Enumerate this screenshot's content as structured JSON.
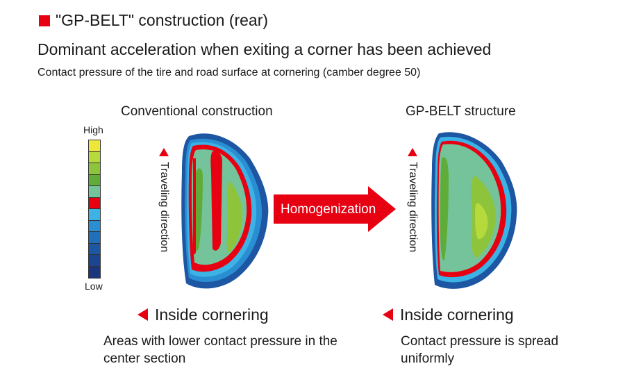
{
  "header": {
    "title": "\"GP-BELT\" construction (rear)",
    "subtitle": "Dominant acceleration when exiting a corner has been achieved",
    "description": "Contact pressure of the tire and road surface at cornering (camber degree 50)"
  },
  "legend": {
    "high_label": "High",
    "low_label": "Low",
    "colors": [
      "#ece73a",
      "#b6d93c",
      "#8ec43c",
      "#5fad38",
      "#74c39a",
      "#e60012",
      "#3cb2e5",
      "#2a8fd2",
      "#1f6fbb",
      "#1d56a2",
      "#1b4590",
      "#1a367c"
    ]
  },
  "left": {
    "heading": "Conventional construction",
    "direction_label": "Traveling direction",
    "inside_label": "Inside cornering",
    "caption": "Areas with lower contact pressure in the center section"
  },
  "right": {
    "heading": "GP-BELT structure",
    "direction_label": "Traveling direction",
    "inside_label": "Inside cornering",
    "caption": "Contact pressure is spread uniformly"
  },
  "arrow": {
    "label": "Homogenization",
    "color": "#e60012"
  },
  "accent_color": "#e60012"
}
